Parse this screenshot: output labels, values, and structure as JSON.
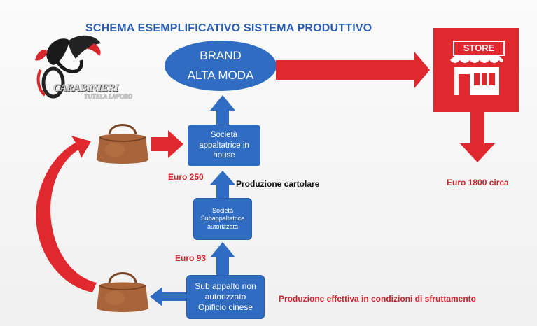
{
  "title": "SCHEMA ESEMPLIFICATIVO SISTEMA PRODUTTIVO",
  "logo": {
    "text": "CARABINIERI",
    "subtext": "TUTELA LAVORO"
  },
  "brand": {
    "line1": "BRAND",
    "line2": "ALTA MODA"
  },
  "store": {
    "label": "STORE"
  },
  "boxes": {
    "in_house": [
      "Società",
      "appaltatrice in",
      "house"
    ],
    "sub_authorized": [
      "Società",
      "Subappaltatrice",
      "autorizzata"
    ],
    "unauthorized": [
      "Sub appalto non",
      "autorizzato",
      "Opificio cinese"
    ]
  },
  "labels": {
    "euro_250": "Euro 250",
    "euro_93": "Euro 93",
    "euro_1800": "Euro 1800 circa",
    "produzione_cartolare": "Produzione cartolare",
    "produzione_effettiva": "Produzione effettiva in condizioni di sfruttamento"
  },
  "colors": {
    "blue": "#2f6cc2",
    "red": "#e0292f",
    "title_blue": "#2c5fb3",
    "bag_brown": "#a8643a"
  },
  "icons": [
    "carabinieri-logo-icon",
    "handbag-icon",
    "store-icon",
    "arrow-icon"
  ]
}
